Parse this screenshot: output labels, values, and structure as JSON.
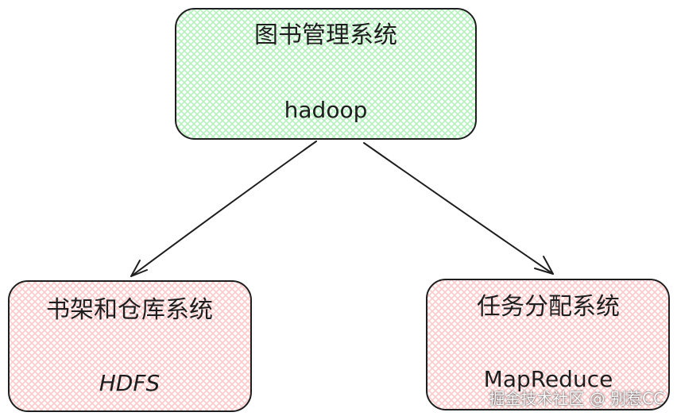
{
  "colors": {
    "root_fill": "#b2f2bb",
    "leaf_fill": "#ffc9c9",
    "stroke": "#1e1e1e"
  },
  "nodes": {
    "root": {
      "title": "图书管理系统",
      "subtitle": "hadoop"
    },
    "left": {
      "title": "书架和仓库系统",
      "subtitle": "HDFS"
    },
    "right": {
      "title": "任务分配系统",
      "subtitle": "MapReduce"
    }
  },
  "watermark": "掘金技术社区 @ 别惹CC"
}
